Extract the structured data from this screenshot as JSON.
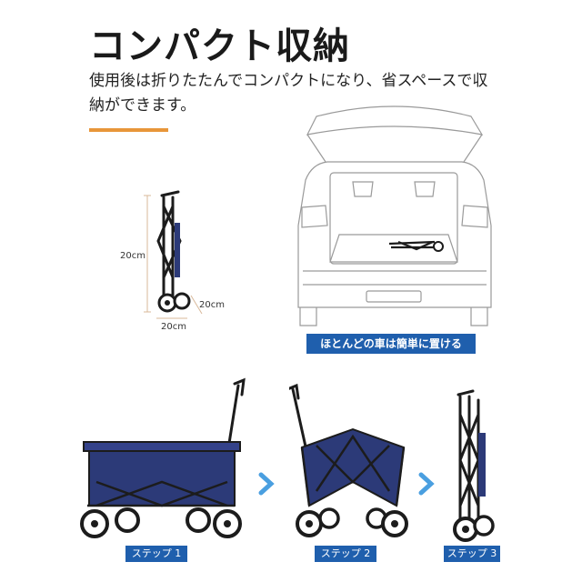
{
  "title": "コンパクト収納",
  "description": "使用後は折りたたんでコンパクトになり、省スペースで収納ができます。",
  "dimensions": {
    "height_label": "20cm",
    "depth_label": "20cm",
    "width_label": "20cm"
  },
  "car_caption": "ほとんどの車は簡単に置ける",
  "steps": [
    {
      "label": "ステップ 1"
    },
    {
      "label": "ステップ 2"
    },
    {
      "label": "ステップ 3"
    }
  ],
  "colors": {
    "accent": "#e8963a",
    "label_blue": "#1f5fad",
    "arrow_blue": "#4a9fe0",
    "fabric_navy": "#2c3a78"
  }
}
